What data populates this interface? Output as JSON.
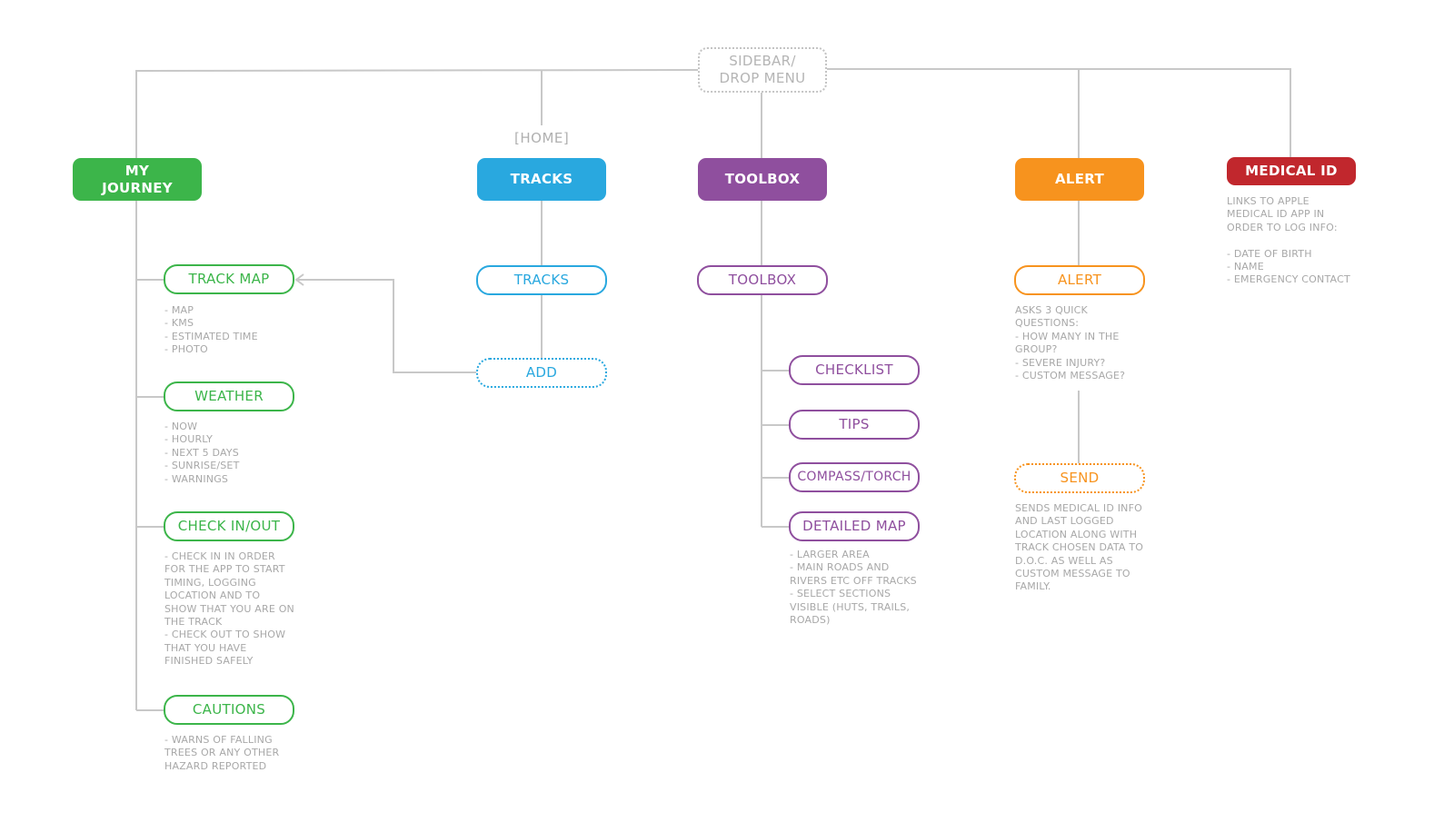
{
  "colors": {
    "connector": "#c8c8c8",
    "green": "#3cb54a",
    "blue": "#29a8df",
    "purple": "#8f4f9e",
    "orange": "#f7931e",
    "red": "#c1272d",
    "note_text": "#a8a8a8",
    "menu_text": "#b5b5b5"
  },
  "root": {
    "label_line1": "SIDEBAR/",
    "label_line2": "DROP MENU"
  },
  "home_tag": "[HOME]",
  "columns": {
    "my_journey": {
      "header": {
        "line1": "MY",
        "line2": "JOURNEY"
      },
      "items": [
        {
          "label": "TRACK MAP",
          "note": "- MAP\n- KMS\n- ESTIMATED TIME\n- PHOTO"
        },
        {
          "label": "WEATHER",
          "note": "- NOW\n- HOURLY\n- NEXT 5 DAYS\n- SUNRISE/SET\n- WARNINGS"
        },
        {
          "label": "CHECK IN/OUT",
          "note": "- CHECK IN IN ORDER\nFOR THE APP TO START\nTIMING, LOGGING\nLOCATION AND TO\nSHOW THAT YOU ARE ON\nTHE TRACK\n- CHECK OUT TO SHOW\nTHAT YOU HAVE\nFINISHED SAFELY"
        },
        {
          "label": "CAUTIONS",
          "note": "- WARNS OF FALLING\nTREES OR ANY OTHER\nHAZARD REPORTED"
        }
      ]
    },
    "tracks": {
      "header": "TRACKS",
      "sub": "TRACKS",
      "add": "ADD"
    },
    "toolbox": {
      "header": "TOOLBOX",
      "sub": "TOOLBOX",
      "items": [
        {
          "label": "CHECKLIST"
        },
        {
          "label": "TIPS"
        },
        {
          "label": "COMPASS/TORCH"
        },
        {
          "label": "DETAILED MAP",
          "note": "- LARGER AREA\n- MAIN ROADS AND\nRIVERS ETC OFF TRACKS\n- SELECT SECTIONS\nVISIBLE (HUTS, TRAILS,\nROADS)"
        }
      ]
    },
    "alert": {
      "header": "ALERT",
      "sub": "ALERT",
      "sub_note": "ASKS 3 QUICK\nQUESTIONS:\n- HOW MANY IN THE\nGROUP?\n- SEVERE INJURY?\n- CUSTOM MESSAGE?",
      "send": "SEND",
      "send_note": "SENDS MEDICAL ID INFO\nAND LAST LOGGED\nLOCATION ALONG WITH\nTRACK CHOSEN DATA TO\nD.O.C. AS WELL AS\nCUSTOM MESSAGE TO\nFAMILY."
    },
    "medical_id": {
      "header": "MEDICAL ID",
      "note": "LINKS TO APPLE\nMEDICAL ID APP IN\nORDER TO LOG INFO:\n\n- DATE OF BIRTH\n- NAME\n- EMERGENCY CONTACT"
    }
  }
}
